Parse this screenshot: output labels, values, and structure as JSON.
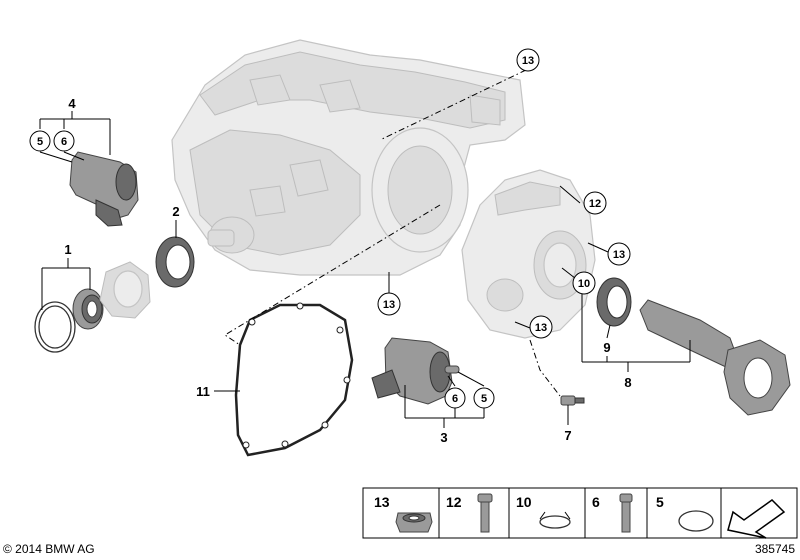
{
  "callouts": {
    "c1": "1",
    "c2": "2",
    "c3": "3",
    "c4": "4",
    "c5a": "5",
    "c5b": "5",
    "c6a": "6",
    "c6b": "6",
    "c7": "7",
    "c8": "8",
    "c9": "9",
    "c10": "10",
    "c11": "11",
    "c12": "12",
    "c13a": "13",
    "c13b": "13",
    "c13c": "13",
    "c13d": "13"
  },
  "legend": {
    "l13": "13",
    "l12": "12",
    "l10": "10",
    "l6": "6",
    "l5": "5"
  },
  "footer": {
    "copyright": "© 2014 BMW AG",
    "diagram_number": "385745"
  }
}
